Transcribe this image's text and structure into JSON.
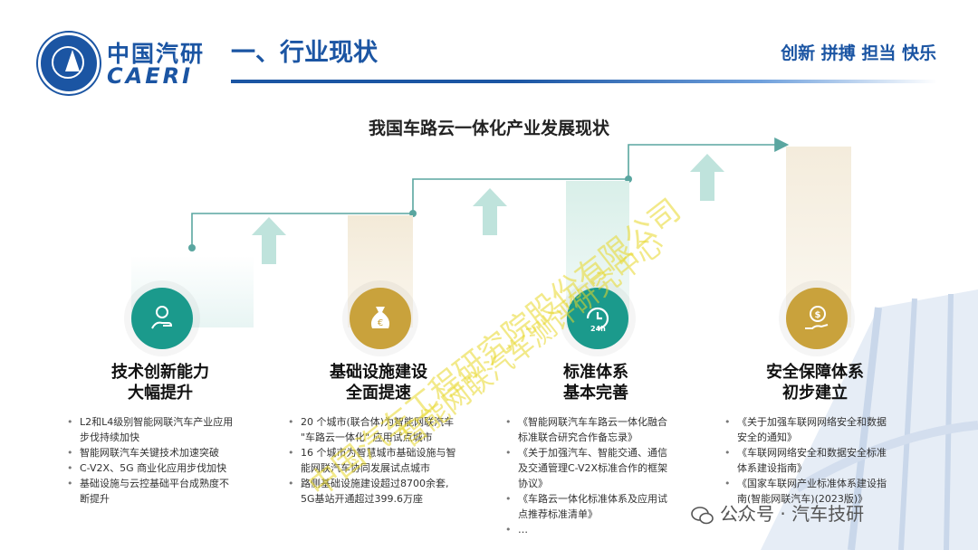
{
  "header": {
    "logo_cn": "中国汽研",
    "logo_en": "CAERI",
    "title": "一、行业现状",
    "slogan": "创新 拼搏 担当 快乐"
  },
  "slide_title": "我国车路云一体化产业发展现状",
  "colors": {
    "brand_blue": "#1b55a3",
    "teal": "#1b9a8c",
    "gold": "#c9a23c",
    "panel_pale": "#f4ecdc"
  },
  "steps": [
    {
      "icon": "hand-coin-icon",
      "title_line1": "技术创新能力",
      "title_line2": "大幅提升",
      "bullets": [
        "L2和L4级别智能网联汽车产业应用",
        "步伐持续加快",
        "智能网联汽车关键技术加速突破",
        "C-V2X、5G 商业化应用步伐加快",
        "基础设施与云控基础平台成熟度不",
        "断提升"
      ]
    },
    {
      "icon": "money-bag-icon",
      "title_line1": "基础设施建设",
      "title_line2": "全面提速",
      "bullets": [
        "20 个城市(联合体)为智能网联汽车",
        "\"车路云一体化\" 应用试点城市",
        "16 个城市为智慧城市基础设施与智",
        "能网联汽车协同发展试点城市",
        "路侧基础设施建设超过8700余套,",
        "5G基站开通超过399.6万座"
      ]
    },
    {
      "icon": "clock-24h-icon",
      "title_line1": "标准体系",
      "title_line2": "基本完善",
      "bullets": [
        "《智能网联汽车车路云一体化融合",
        "标准联合研究合作备忘录》",
        "《关于加强汽车、智能交通、通信",
        "及交通管理C-V2X标准合作的框架",
        "协议》",
        "《车路云一体化标准体系及应用试",
        "点推荐标准清单》",
        "…"
      ]
    },
    {
      "icon": "dollar-hand-icon",
      "title_line1": "安全保障体系",
      "title_line2": "初步建立",
      "bullets": [
        "《关于加强车联网网络安全和数据",
        "安全的通知》",
        "《车联网网络安全和数据安全标准",
        "体系建设指南》",
        "《国家车联网产业标准体系建设指",
        "南(智能网联汽车)(2023版)》",
        "…"
      ]
    }
  ],
  "watermarks": {
    "line1": "中国汽车工程研究院股份有限公司",
    "line2": "智能网联汽车测评研究中心"
  },
  "footer": {
    "wechat_label": "公众号 · 汽车技研"
  }
}
